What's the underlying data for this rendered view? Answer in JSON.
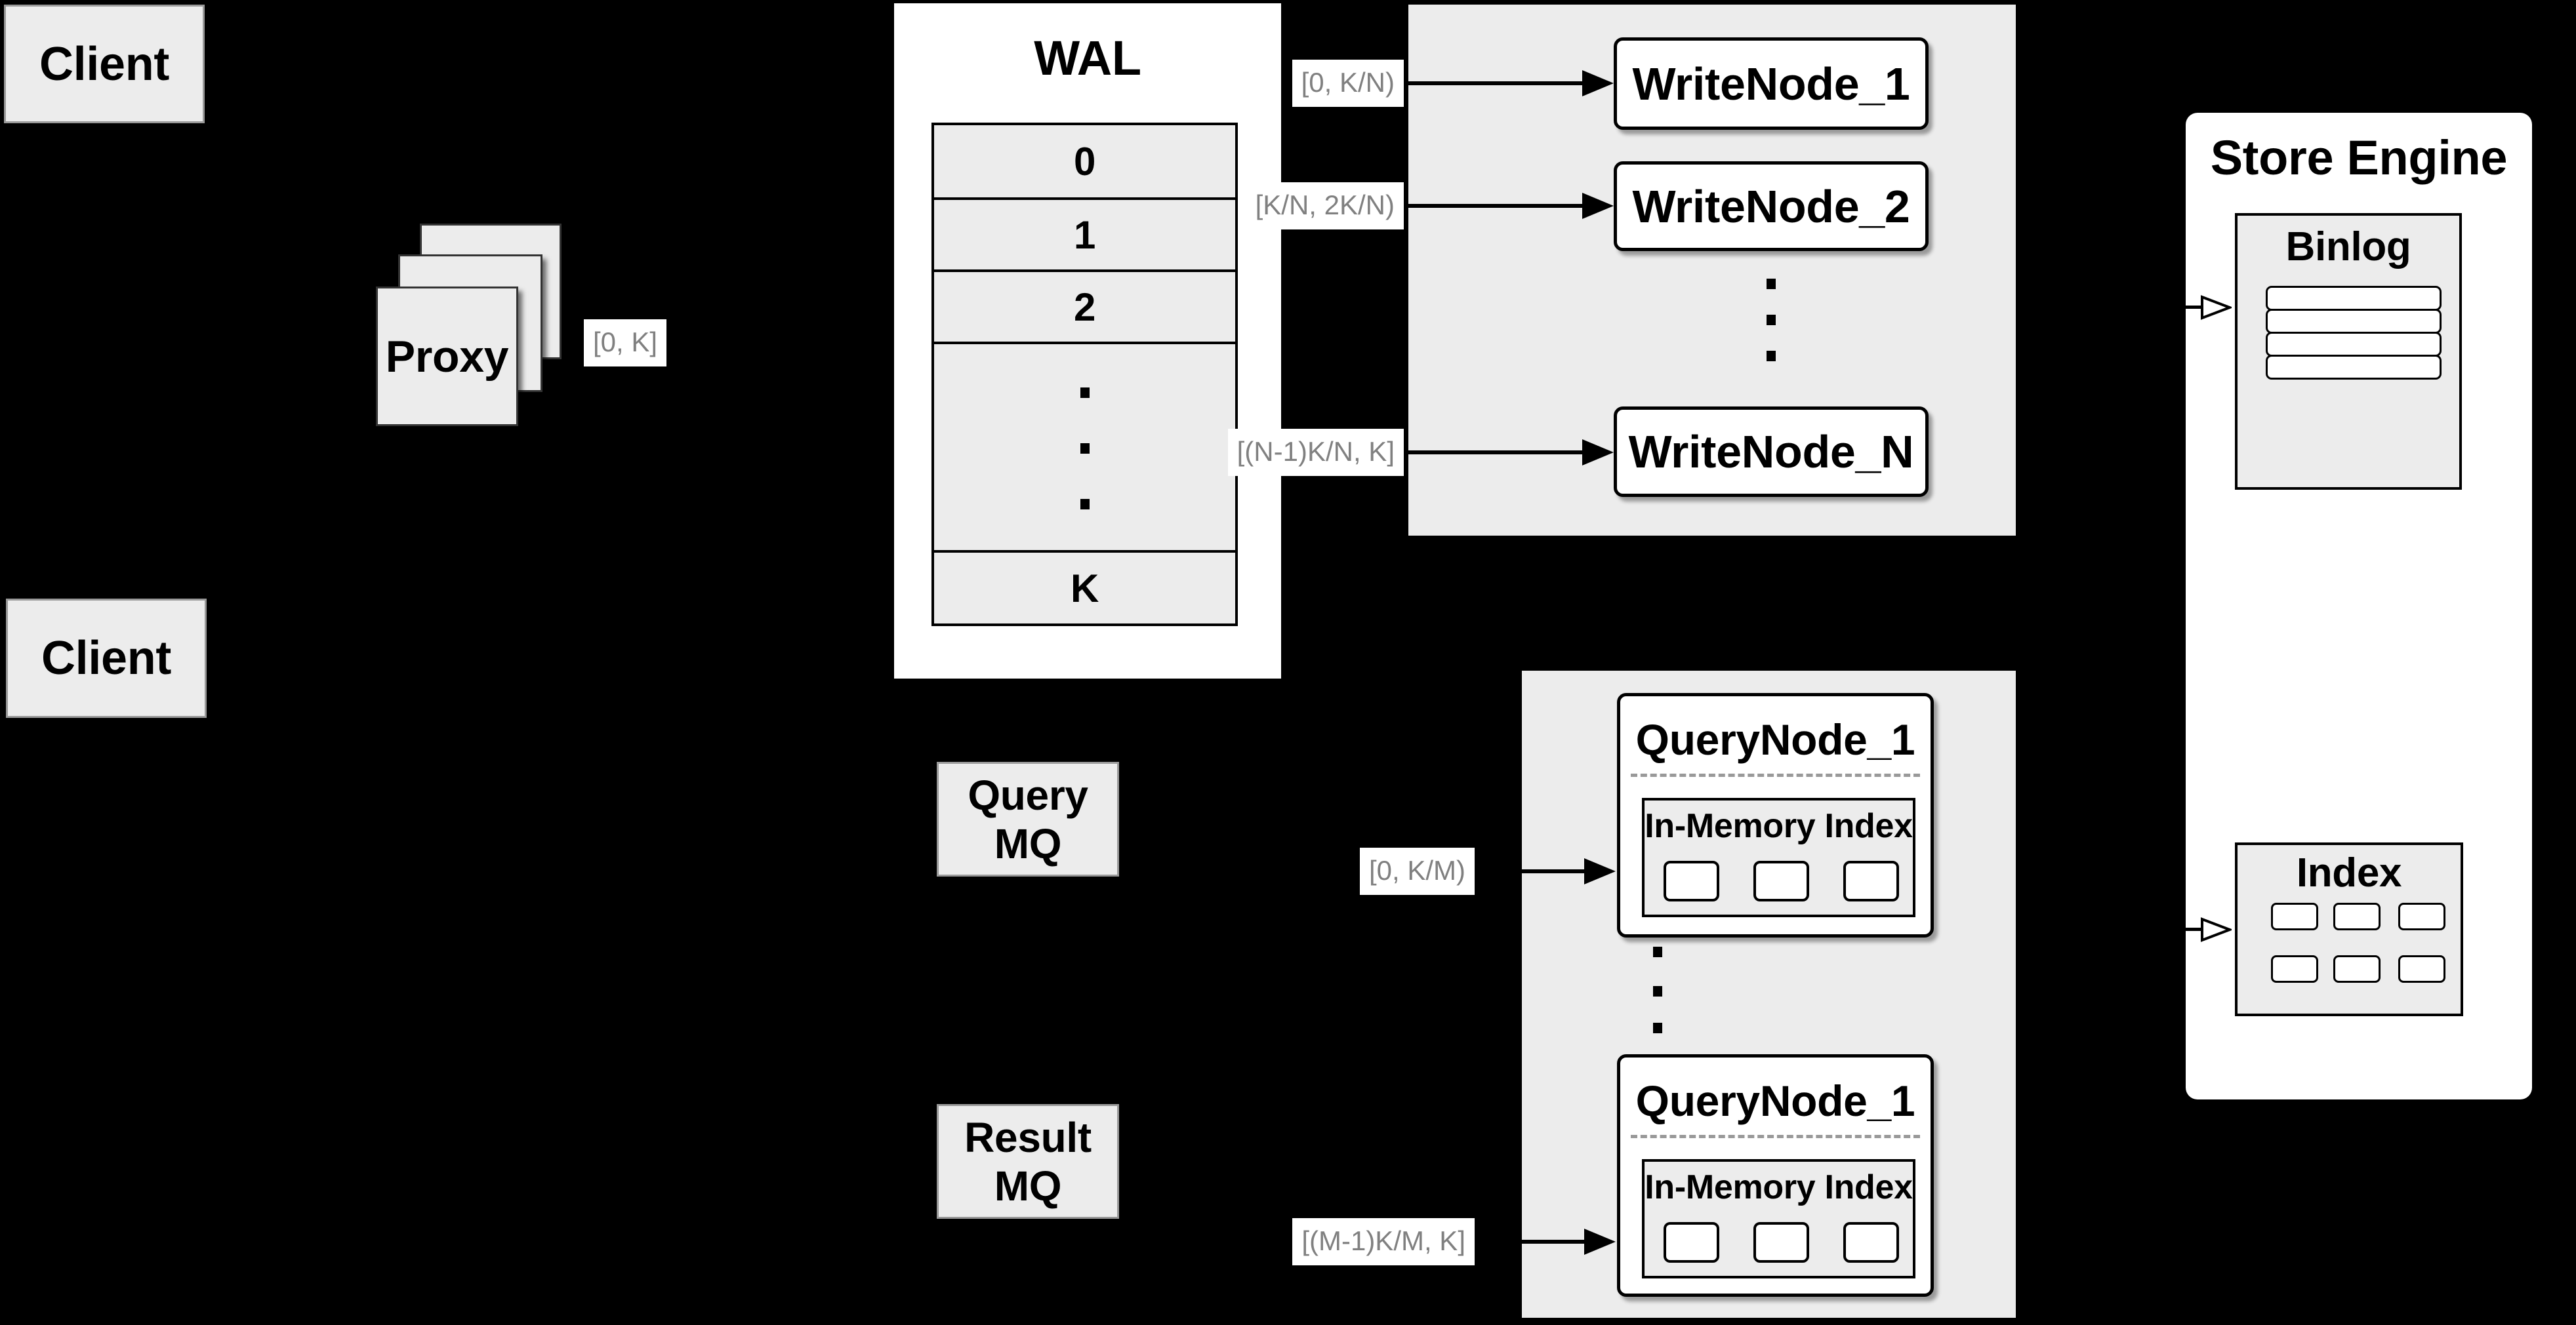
{
  "colors": {
    "background": "#000000",
    "box_fill": "#ececec",
    "soft_border": "#999999",
    "node_border": "#000000",
    "chip_text": "#808080",
    "dash_color": "#999999",
    "white": "#ffffff",
    "text": "#000000"
  },
  "clients": {
    "top_label": "Client",
    "bottom_label": "Client"
  },
  "proxy": {
    "label": "Proxy",
    "range_out": "[0, K]"
  },
  "wal": {
    "title": "WAL",
    "rows": [
      "0",
      "1",
      "2"
    ],
    "tail_row": "K"
  },
  "write_group": {
    "chips": [
      "[0, K/N)",
      "[K/N, 2K/N)",
      "[(N-1)K/N, K]"
    ],
    "nodes": [
      "WriteNode_1",
      "WriteNode_2",
      "WriteNode_N"
    ]
  },
  "mq": {
    "query_label": "Query MQ",
    "result_label": "Result MQ"
  },
  "query_group": {
    "chips": [
      "[0, K/M)",
      "[(M-1)K/M, K]"
    ],
    "nodes": [
      {
        "title": "QueryNode_1",
        "memory_label": "In-Memory Index"
      },
      {
        "title": "QueryNode_1",
        "memory_label": "In-Memory Index"
      }
    ]
  },
  "store_engine": {
    "title": "Store Engine",
    "binlog_label": "Binlog",
    "index_label": "Index"
  }
}
